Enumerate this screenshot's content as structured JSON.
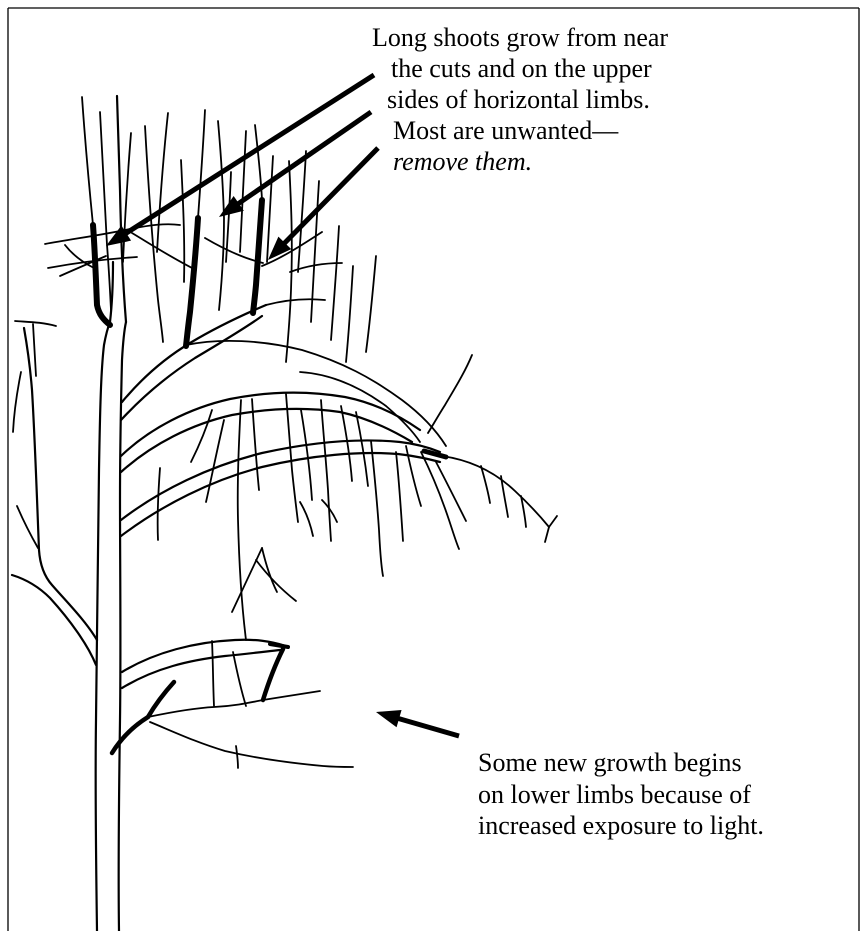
{
  "colors": {
    "ink": "#000000",
    "background": "#ffffff"
  },
  "callouts": {
    "top": {
      "lines": [
        "Long shoots grow from near",
        "the cuts and on the upper",
        "sides of horizontal limbs.",
        "Most are unwanted—"
      ],
      "emphasis": "remove them."
    },
    "bottom": {
      "lines": [
        "Some new growth begins",
        "on lower limbs because of",
        "increased exposure to light."
      ]
    }
  }
}
